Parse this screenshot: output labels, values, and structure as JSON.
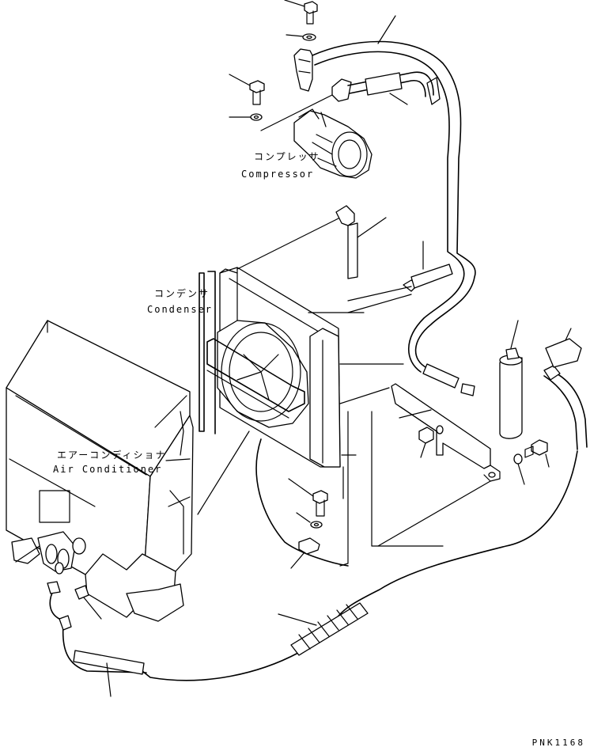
{
  "labels": {
    "compressor_jp": "コンプレッサ",
    "compressor_en": "Compressor",
    "condenser_jp": "コンデンサ",
    "condenser_en": "Condenser",
    "aircon_jp": "エアーコンディショナ",
    "aircon_en": "Air Conditioner",
    "drawing_code": "PNK1168"
  }
}
